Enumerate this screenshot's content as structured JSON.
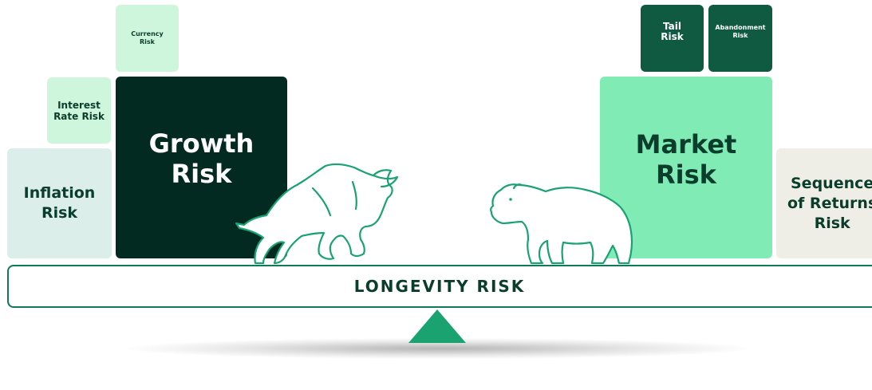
{
  "left_side": {
    "currency_risk": "Currency\nRisk",
    "interest_rate_risk": "Interest\nRate Risk",
    "inflation_risk": "Inflation\nRisk",
    "growth_risk": "Growth\nRisk"
  },
  "right_side": {
    "tail_risk": "Tail\nRisk",
    "abandonment_risk": "Abandonment\nRisk",
    "market_risk": "Market\nRisk",
    "sequence_of_returns_risk": "Sequence\nof Returns\nRisk"
  },
  "beam": {
    "label": "LONGEVITY RISK"
  },
  "icons": {
    "left_animal": "bull-icon",
    "right_animal": "bear-icon"
  },
  "colors": {
    "dark_green": "#032a20",
    "mid_green": "#0f5a41",
    "light_green": "#80ebb4",
    "pale_green": "#cdf6dc",
    "accent": "#1aa371"
  }
}
